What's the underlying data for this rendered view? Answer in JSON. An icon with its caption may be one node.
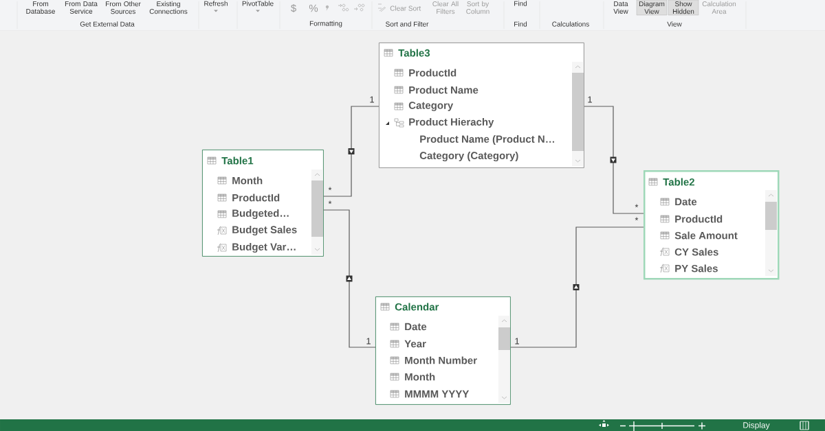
{
  "diagram": {
    "nodes": [
      {
        "text": [
          "Table3",
          "ProductId",
          "Product Name",
          "Category",
          "Product Hierachy",
          "Product Name (Product N…",
          "Category (Category)"
        ]
      },
      {
        "text": [
          "Table1",
          "Month",
          "ProductId",
          "Budgeted…",
          "Budget Sales",
          "Budget Var…"
        ]
      },
      {
        "text": [
          "Table2",
          "Date",
          "ProductId",
          "Sale Amount",
          "CY Sales",
          "PY Sales"
        ]
      },
      {
        "text": [
          "Calendar",
          "Date",
          "Year",
          "Month Number",
          "Month",
          "MMMM YYYY"
        ]
      }
    ],
    "edges": [
      {
        "from": 0,
        "to": 1,
        "arrow": "to"
      },
      {
        "from": 3,
        "to": 1,
        "arrow": "to"
      },
      {
        "from": 0,
        "to": 2,
        "arrow": "to"
      },
      {
        "from": 3,
        "to": 2,
        "arrow": "to"
      }
    ],
    "labels": [
      "From Database",
      "From Data Service",
      "From Other Sources",
      "Existing Connections",
      "Refresh",
      "PivotTable",
      "$",
      "%",
      "Clear Sort",
      "Clear All Filters",
      "Sort by Column",
      "Find",
      "Data View",
      "Diagram View",
      "Show Hidden",
      "Calculation Area",
      "Get External Data",
      "Formatting",
      "Sort and Filter",
      "Find",
      "Calculations",
      "View",
      "1",
      "1",
      "*",
      "*",
      "*",
      "*",
      "1",
      "1",
      "Display"
    ]
  }
}
